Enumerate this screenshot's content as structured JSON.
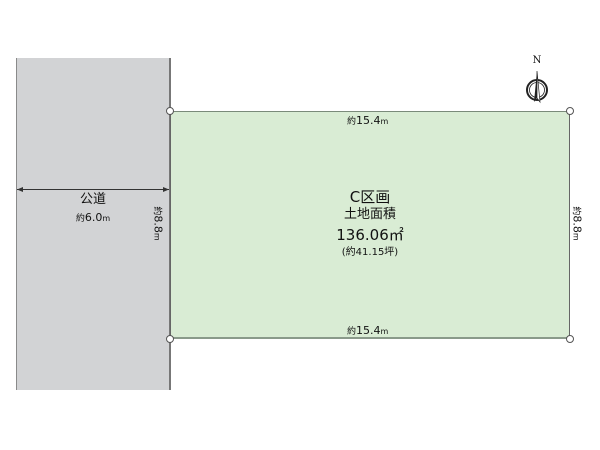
{
  "diagram": {
    "type": "land-plot-survey",
    "colors": {
      "lot_fill": "#d9ecd4",
      "road_fill": "#d2d3d5",
      "border": "#666666",
      "background": "#ffffff"
    },
    "compass": {
      "label": "N"
    },
    "lot": {
      "name": "C区画",
      "area_label": "土地面積",
      "area_value": "136.06㎡",
      "tsubo": "(約41.15坪)",
      "dimensions": {
        "top": {
          "prefix": "約",
          "value": "15.4",
          "unit": "m"
        },
        "bottom": {
          "prefix": "約",
          "value": "15.4",
          "unit": "m"
        },
        "left": {
          "prefix": "約",
          "value": "8.8",
          "unit": "m"
        },
        "right": {
          "prefix": "約",
          "value": "8.8",
          "unit": "m"
        }
      }
    },
    "road": {
      "name": "公道",
      "width": {
        "prefix": "約",
        "value": "6.0",
        "unit": "m"
      }
    }
  }
}
